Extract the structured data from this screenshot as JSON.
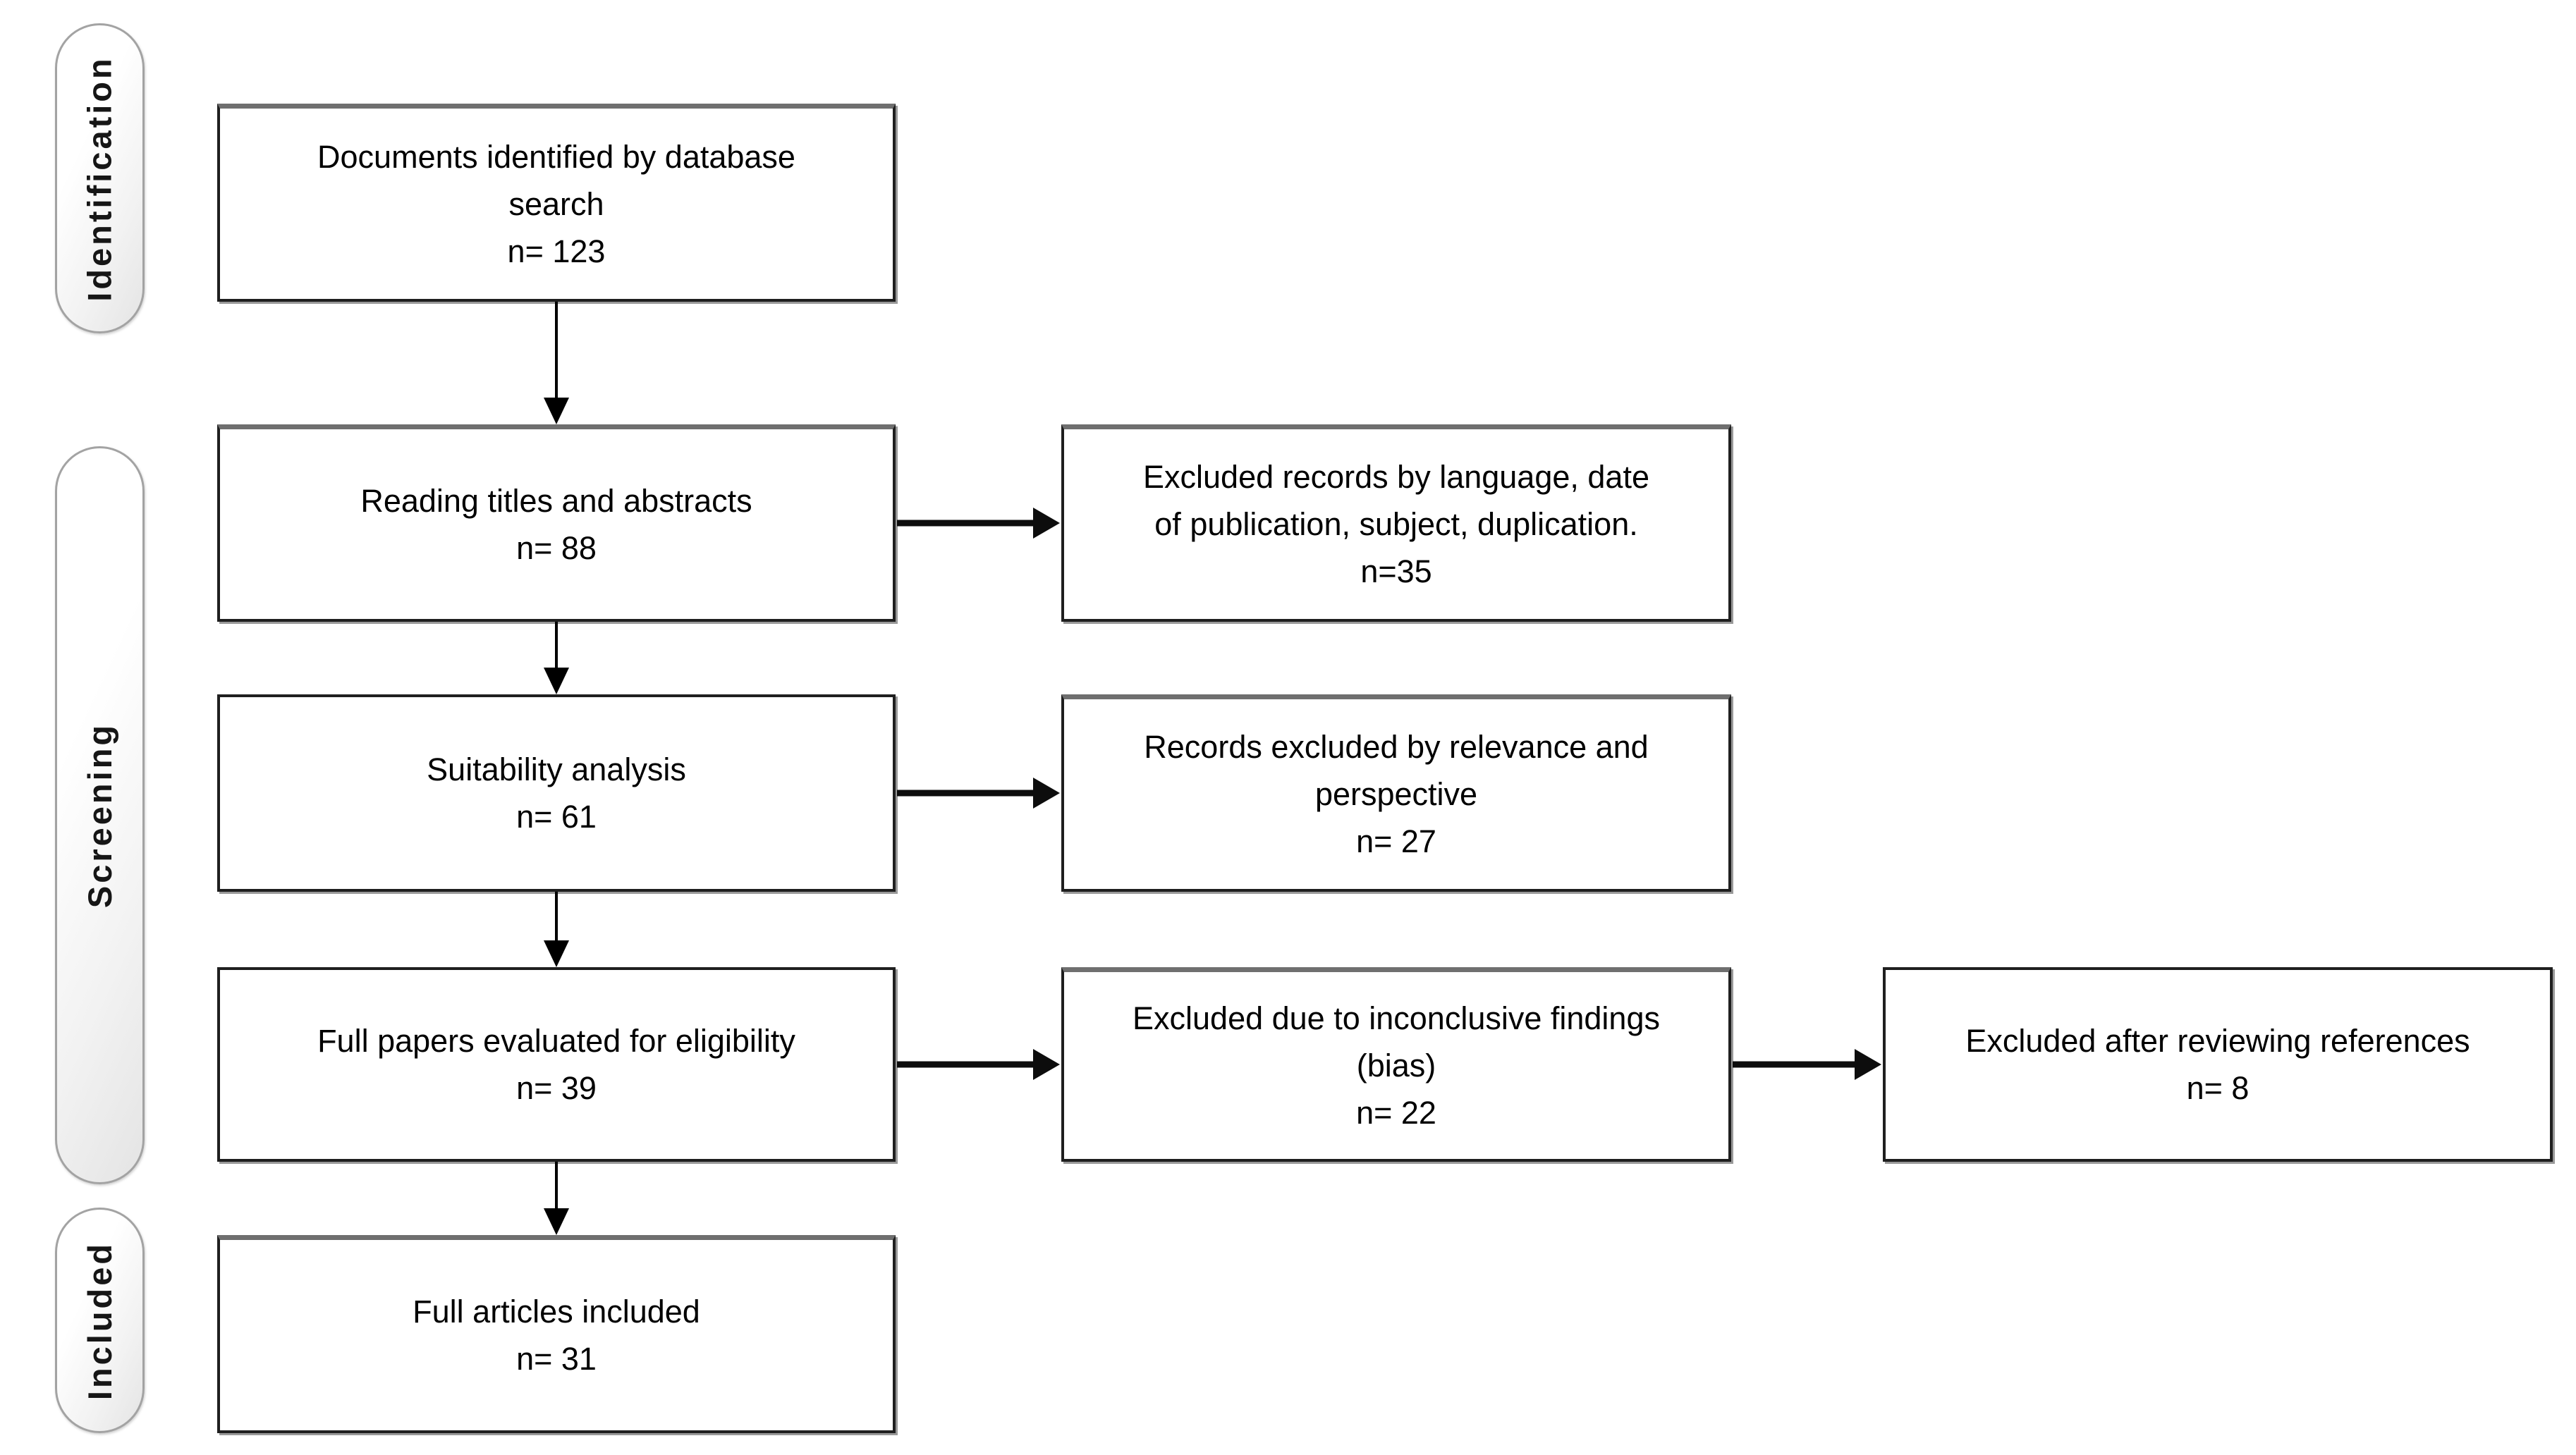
{
  "stages": {
    "identification": "Identification",
    "screening": "Screening",
    "included": "Included"
  },
  "flow": {
    "identified": {
      "lines": [
        "Documents identified by database",
        "search",
        "n= 123"
      ]
    },
    "reading_titles": {
      "lines": [
        "Reading titles and abstracts",
        "n= 88"
      ]
    },
    "excluded_records": {
      "lines": [
        "Excluded records by language, date",
        "of publication, subject, duplication.",
        "n=35"
      ]
    },
    "suitability": {
      "lines": [
        "Suitability analysis",
        "n= 61"
      ]
    },
    "excluded_relevance": {
      "lines": [
        "Records excluded by relevance and",
        "perspective",
        "n= 27"
      ]
    },
    "full_papers": {
      "lines": [
        "Full papers evaluated for eligibility",
        "n= 39"
      ]
    },
    "excluded_findings": {
      "lines": [
        "Excluded due to inconclusive findings",
        "(bias)",
        "n= 22"
      ]
    },
    "excluded_references": {
      "lines": [
        "Excluded after reviewing references",
        "n= 8"
      ]
    },
    "full_articles": {
      "lines": [
        "Full articles included",
        "n= 31"
      ]
    }
  },
  "colors": {
    "background": "#ffffff",
    "box_border": "#1f1f1f",
    "box_border_top_shade": "#6f6f6f",
    "box_shadow": "#999999",
    "pill_border": "#a3a3a3",
    "arrow": "#000000",
    "text": "#000000"
  }
}
